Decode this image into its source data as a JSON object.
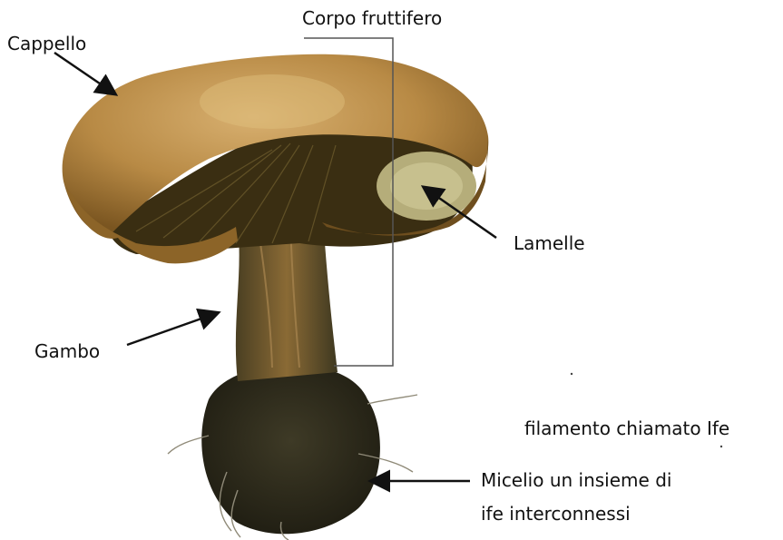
{
  "labels": {
    "cap": "Cappello",
    "fruiting_body": "Corpo fruttifero",
    "gills": "Lamelle",
    "stem": "Gambo",
    "hyphae": "filamento chiamato Ife",
    "mycelium_line1": "Micelio un insieme di",
    "mycelium_line2": "ife interconnessi"
  },
  "colors": {
    "cap_light": "#c79a55",
    "cap_dark": "#7a5520",
    "gills": "#3a2e12",
    "stem": "#6a5a30",
    "soil": "#2c2a1c",
    "arrow": "#111111"
  }
}
